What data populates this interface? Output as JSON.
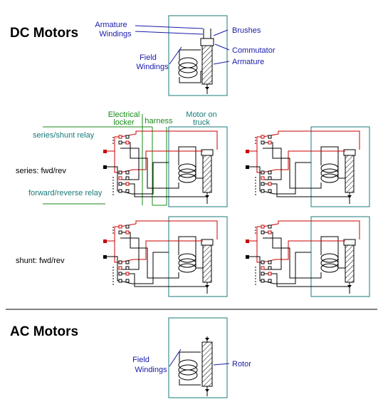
{
  "headings": {
    "dc": "DC Motors",
    "ac": "AC Motors"
  },
  "dc_motor": {
    "armature_windings": [
      "Armature",
      "Windings"
    ],
    "brushes": "Brushes",
    "commutator": "Commutator",
    "armature": "Armature",
    "field_windings": [
      "Field",
      "Windings"
    ]
  },
  "columns": {
    "locker": [
      "Electrical",
      "locker"
    ],
    "harness": "harness",
    "motor": [
      "Motor on",
      "truck"
    ]
  },
  "rows": {
    "series_shunt_relay": "series/shunt relay",
    "series": "series: fwd/rev",
    "fwd_rev_relay": "forward/reverse relay",
    "shunt": "shunt: fwd/rev"
  },
  "ac_motor": {
    "field_windings": [
      "Field",
      "Windings"
    ],
    "rotor": "Rotor"
  },
  "colors": {
    "circuit_active": "#cc0000",
    "circuit_idle": "#000000",
    "enclosure": "#1a7a7a",
    "column_divider": "#1a8a1a",
    "label_blue": "#1a1aaa"
  }
}
